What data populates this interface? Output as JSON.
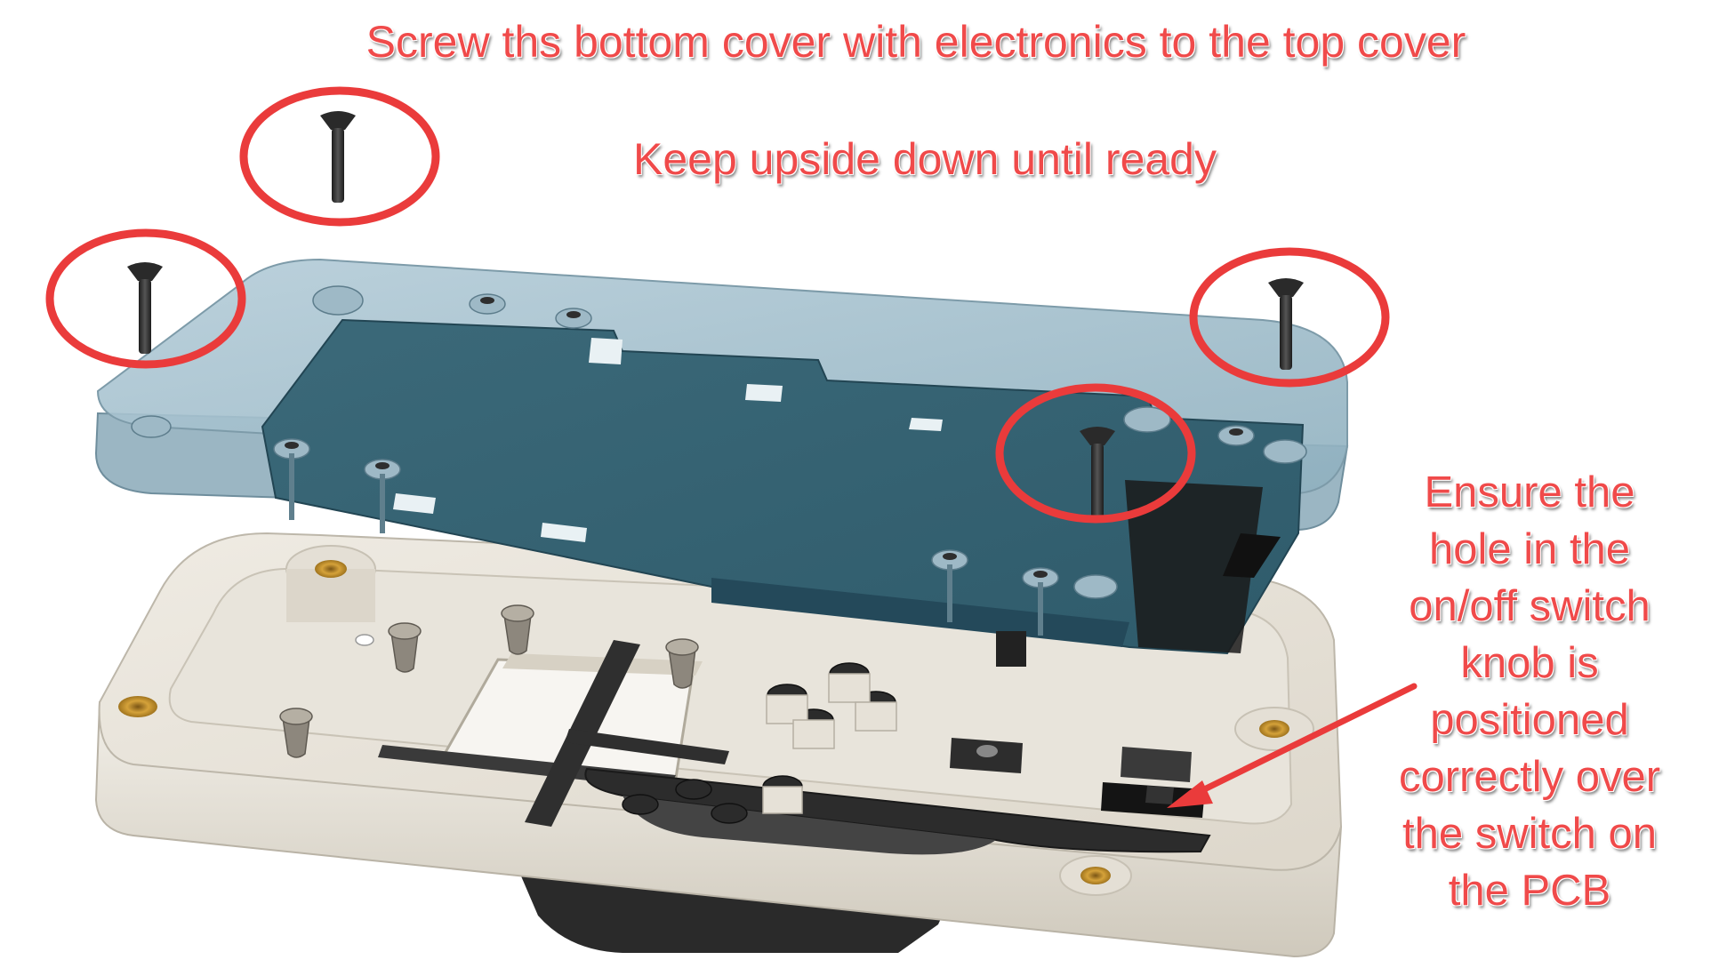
{
  "annotations": {
    "title": "Screw ths bottom cover with electronics to the top cover",
    "subtitle": "Keep upside down until ready",
    "switch_note_lines": [
      "Ensure the",
      "hole in the",
      "on/off switch",
      "knob is",
      "positioned",
      "correctly over",
      "the switch on",
      "the PCB"
    ]
  },
  "colors": {
    "annotation_red": "#f04a4a",
    "screw_highlight": "#ea3b3b",
    "transparent_cover": "#9fbfcd",
    "pcb": "#3f6e7e",
    "bottom_cover": "#e6e1d6",
    "screw": "#2f2f2f",
    "brass_insert": "#c9962f"
  },
  "icons": [
    "screw-icon",
    "callout-circle",
    "arrow"
  ]
}
